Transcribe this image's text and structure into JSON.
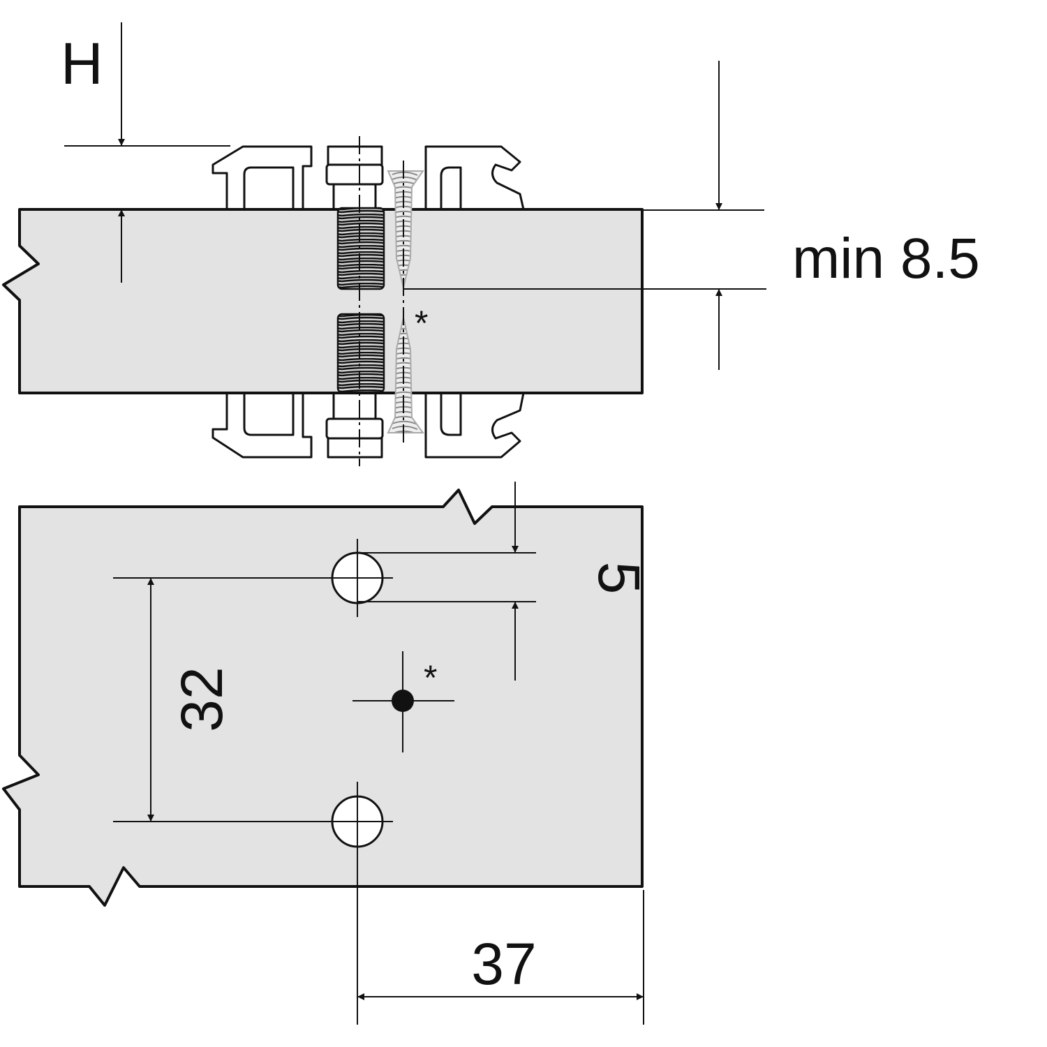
{
  "labels": {
    "h_label": "H",
    "min_thickness": "min 8.5",
    "footnote_marker_section": "*",
    "footnote_marker_plan": "*",
    "dim_hole_offset": "5",
    "dim_hole_spacing": "32",
    "dim_edge_distance": "37"
  },
  "colors": {
    "panel_fill": "#e3e3e3",
    "screw_fill": "#d9d9d9",
    "line": "#111111"
  }
}
